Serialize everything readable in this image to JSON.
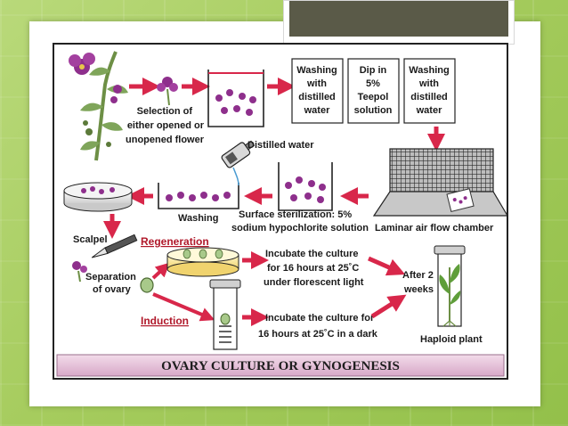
{
  "labels": {
    "selection_1": "Selection of",
    "selection_2": "either opened or",
    "selection_3": "unopened flower",
    "washing_distilled_1": "Washing",
    "washing_distilled_2": "with",
    "washing_distilled_3": "distilled",
    "washing_distilled_4": "water",
    "dip_1": "Dip in",
    "dip_2": "5%",
    "dip_3": "Teepol",
    "dip_4": "solution",
    "washing2_1": "Washing",
    "washing2_2": "with",
    "washing2_3": "distilled",
    "washing2_4": "water",
    "distilled_water": "Distilled water",
    "washing": "Washing",
    "surface_1": "Surface sterilization: 5%",
    "surface_2": "sodium hypochlorite solution",
    "laminar": "Laminar air flow chamber",
    "scalpel": "Scalpel",
    "regeneration": "Regeneration",
    "separation_1": "Separation",
    "separation_2": "of ovary",
    "incubate_light_1": "Incubate the culture",
    "incubate_light_2": "for 16 hours at 25˚C",
    "incubate_light_3": "under florescent light",
    "after_1": "After 2",
    "after_2": "weeks",
    "induction": "Induction",
    "incubate_dark_1": "Incubate the culture for",
    "incubate_dark_2": "16 hours at 25˚C in a dark",
    "haploid": "Haploid plant"
  },
  "banner": {
    "title": "OVARY CULTURE OR GYNOGENESIS"
  },
  "colors": {
    "arrow": "#d8274a",
    "banner_top": "#f3dcea",
    "banner_bottom": "#d7a8c8",
    "flower": "#8e2f8c",
    "leaf": "#7fa55a",
    "background": "#a6cc5e"
  }
}
